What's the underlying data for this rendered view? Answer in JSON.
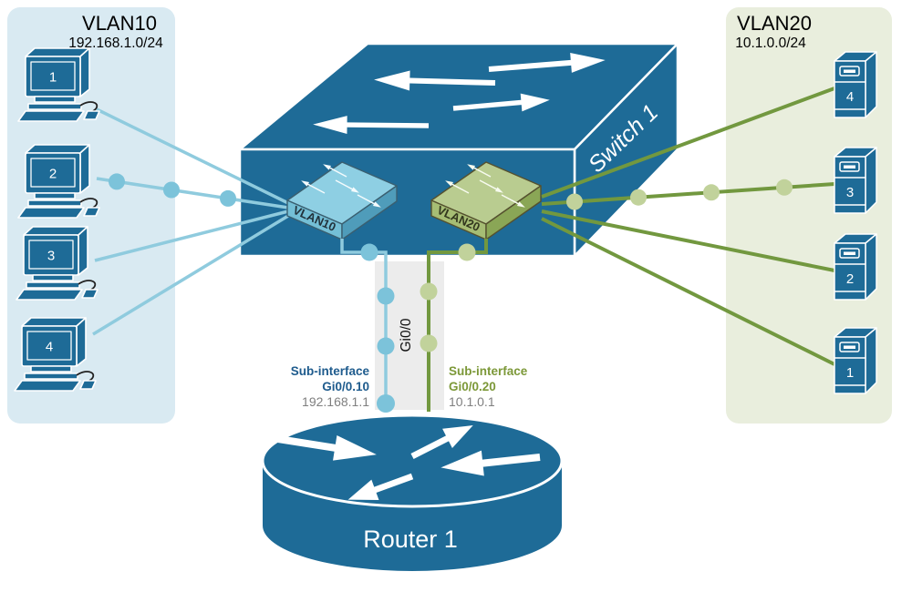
{
  "zones": {
    "vlan10": {
      "title": "VLAN10",
      "subnet": "192.168.1.0/24"
    },
    "vlan20": {
      "title": "VLAN20",
      "subnet": "10.1.0.0/24"
    }
  },
  "switch": {
    "label": "Switch 1",
    "vlan_modules": [
      {
        "label": "VLAN10"
      },
      {
        "label": "VLAN20"
      }
    ]
  },
  "router": {
    "label": "Router 1"
  },
  "trunk": {
    "label": "Gi0/0"
  },
  "sub_interfaces": {
    "left": {
      "title": "Sub-interface",
      "interface": "Gi0/0.10",
      "ip": "192.168.1.1"
    },
    "right": {
      "title": "Sub-interface",
      "interface": "Gi0/0.20",
      "ip": "10.1.0.1"
    }
  },
  "computers": [
    {
      "label": "1"
    },
    {
      "label": "2"
    },
    {
      "label": "3"
    },
    {
      "label": "4"
    }
  ],
  "servers": [
    {
      "label": "4"
    },
    {
      "label": "3"
    },
    {
      "label": "2"
    },
    {
      "label": "1"
    }
  ],
  "colors": {
    "device_blue": "#1e6b97",
    "line_blue": "#8fcbde",
    "dot_blue": "#7cc3da",
    "line_green": "#72983f",
    "dot_green": "#c1d29b",
    "zone_blue_bg": "#d9eaf2",
    "zone_green_bg": "#e9eedd",
    "mini10_top": "#8ecfe3",
    "mini10_left": "#74bfd6",
    "mini10_right": "#4f9cba",
    "mini10_edge": "#3a5f70",
    "mini20_top": "#b9cc90",
    "mini20_left": "#a6bd74",
    "mini20_right": "#8aa656",
    "mini20_edge": "#55512f",
    "label_blue": "#1e5b8d",
    "label_green": "#7c9838",
    "ip_gray": "#7f7f7f",
    "trunk_band": "#ececec"
  }
}
